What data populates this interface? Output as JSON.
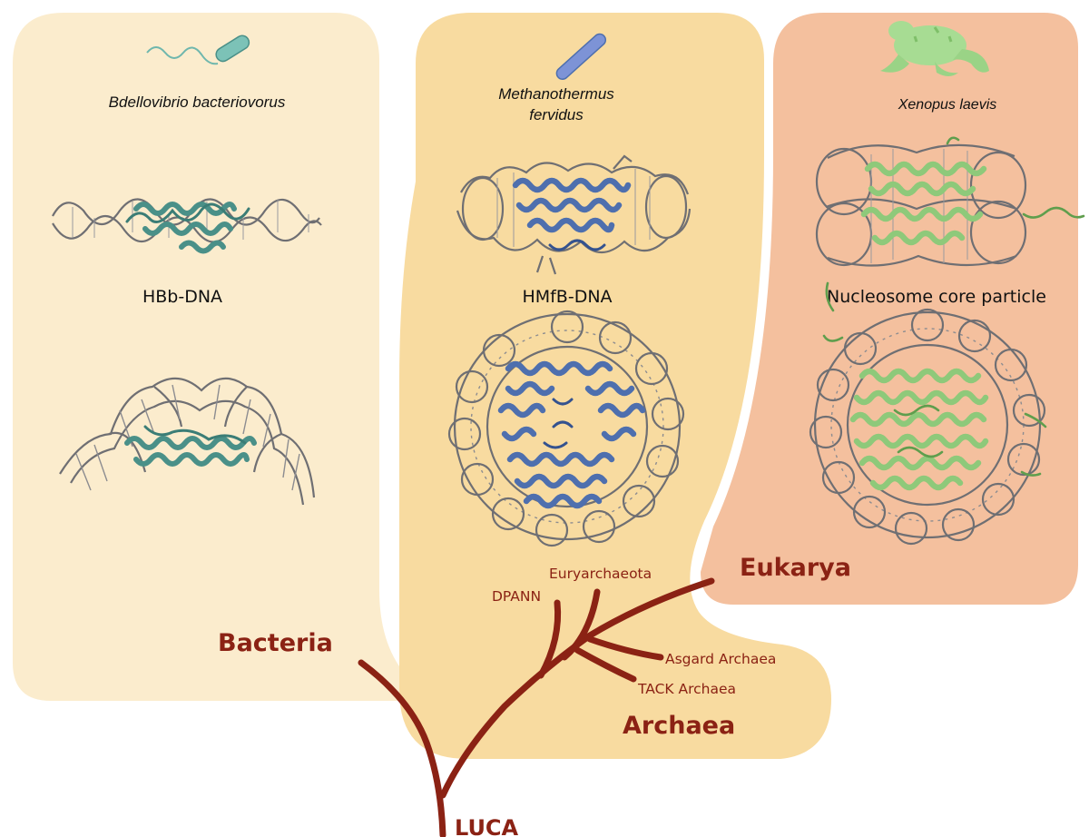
{
  "species": {
    "bacteria": "Bdellovibrio bacteriovorus",
    "archaea_line1": "Methanothermus",
    "archaea_line2": "fervidus",
    "eukarya": "Xenopus laevis"
  },
  "structures": {
    "bacteria": "HBb-DNA",
    "archaea": "HMfB-DNA",
    "eukarya": "Nucleosome core particle"
  },
  "domains": {
    "bacteria": "Bacteria",
    "archaea": "Archaea",
    "eukarya": "Eukarya",
    "root": "LUCA"
  },
  "clades": {
    "dpann": "DPANN",
    "euryarchaeota": "Euryarchaeota",
    "asgard": "Asgard Archaea",
    "tack": "TACK Archaea"
  },
  "colors": {
    "bacteria_panel": "#fbeccd",
    "archaea_panel": "#f8dba0",
    "eukarya_panel": "#f4c09e",
    "tree": "#8b2214",
    "bacteria_protein": "#4a9088",
    "archaea_protein": "#4e6fae",
    "eukarya_protein": "#8ec97a",
    "dna": "#6f6f73"
  },
  "icons": {
    "bacteria": "bacterium-icon",
    "archaea": "rod-archaeon-icon",
    "eukarya": "frog-icon"
  }
}
